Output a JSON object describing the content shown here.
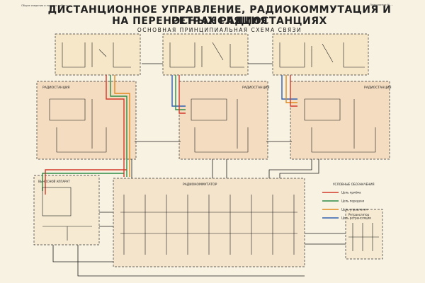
{
  "header": {
    "corner_left": "Общие сведения и порядок работы",
    "corner_right": "Приложение № ...",
    "title_line1": "ДИСТАНЦИОННОЕ УПРАВЛЕНИЕ, РАДИОКОММУТАЦИЯ И РЕТРАНСЛЯЦИЯ",
    "title_line2": "НА ПЕРЕНОСНЫХ РАДИОСТАНЦИЯХ",
    "subtitle": "ОСНОВНАЯ ПРИНЦИПИАЛЬНАЯ СХЕМА СВЯЗИ"
  },
  "blocks": {
    "station_label": "РАДИОСТАНЦИЯ",
    "switchboard_label": "РАДИОКОММУТАТОР",
    "remote_label": "ВЫНОСНОЙ АППАРАТ",
    "relay_label": "Ретранслятор"
  },
  "legend": {
    "title": "УСЛОВНЫЕ ОБОЗНАЧЕНИЯ",
    "items": [
      {
        "color": "#d23a2a",
        "text": "Цепь приёма"
      },
      {
        "color": "#2e8b45",
        "text": "Цепь передачи"
      },
      {
        "color": "#e08a1e",
        "text": "Цепь управления"
      },
      {
        "color": "#2f5fb0",
        "text": "Цепь ретрансляции"
      }
    ]
  },
  "colors": {
    "red": "#d23a2a",
    "green": "#2e8b45",
    "orange": "#e08a1e",
    "blue": "#2f5fb0",
    "line": "#1c1c1c",
    "panel": "#f4dcc0",
    "panel_top": "#f6e7c9"
  }
}
